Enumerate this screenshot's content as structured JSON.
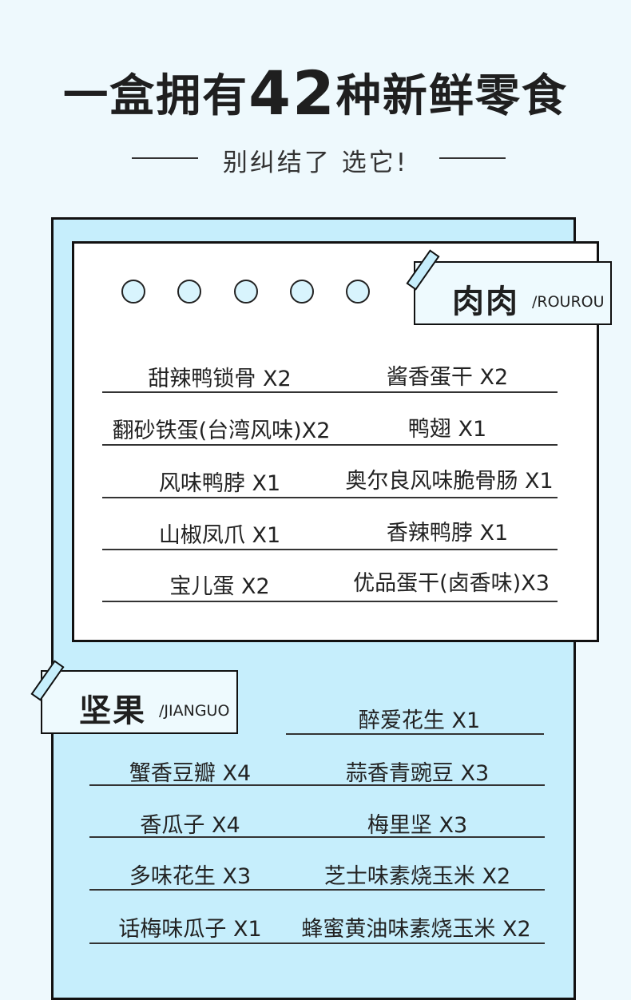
{
  "header": {
    "title_prefix": "一盒拥有",
    "title_number": "42",
    "title_suffix": "种新鲜零食",
    "subtitle": "别纠结了 选它!"
  },
  "meat": {
    "title": "肉肉",
    "subtitle": "/ROUROU",
    "items": [
      "甜辣鸭锁骨 X2",
      "酱香蛋干 X2",
      "翻砂铁蛋(台湾风味)X2",
      "鸭翅 X1",
      "风味鸭脖 X1",
      "奥尔良风味脆骨肠 X1",
      "山椒凤爪 X1",
      "香辣鸭脖 X1",
      "宝儿蛋 X2",
      "优品蛋干(卤香味)X3"
    ]
  },
  "nuts": {
    "title": "坚果",
    "subtitle": "/JIANGUO",
    "items": [
      "醉爱花生 X1",
      "蟹香豆瓣 X4",
      "蒜香青豌豆 X3",
      "香瓜子 X4",
      "梅里坚 X3",
      "多味花生 X3",
      "芝士味素烧玉米 X2",
      "话梅味瓜子 X1",
      "蜂蜜黄油味素烧玉米 X2"
    ]
  },
  "colors": {
    "background": "#eef9fd",
    "panel": "#c6eefc",
    "card": "#ffffff",
    "border": "#111111"
  }
}
